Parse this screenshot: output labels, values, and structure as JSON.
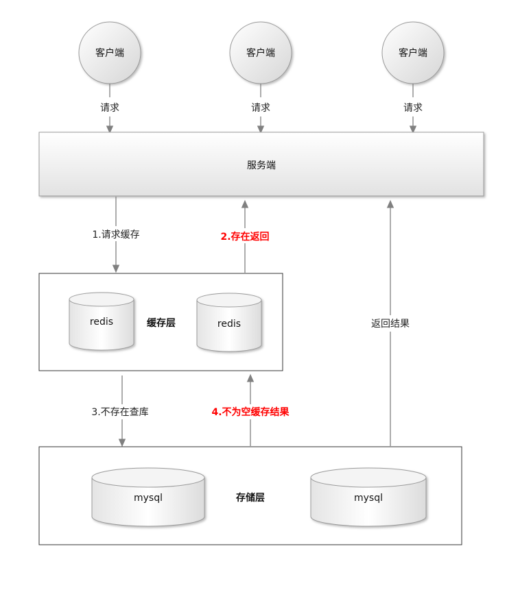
{
  "clients": [
    {
      "label": "客户端",
      "request_label": "请求"
    },
    {
      "label": "客户端",
      "request_label": "请求"
    },
    {
      "label": "客户端",
      "request_label": "请求"
    }
  ],
  "server": {
    "label": "服务端"
  },
  "cache_layer": {
    "label": "缓存层",
    "nodes": [
      "redis",
      "redis"
    ]
  },
  "storage_layer": {
    "label": "存储层",
    "nodes": [
      "mysql",
      "mysql"
    ]
  },
  "flows": {
    "request_cache": "1.请求缓存",
    "exists_return": "2.存在返回",
    "not_exist_query": "3.不存在查库",
    "not_empty_cache": "4.不为空缓存结果",
    "return_result": "返回结果"
  },
  "colors": {
    "highlight": "#ff0000",
    "arrow": "#808080",
    "border": "#333333"
  }
}
